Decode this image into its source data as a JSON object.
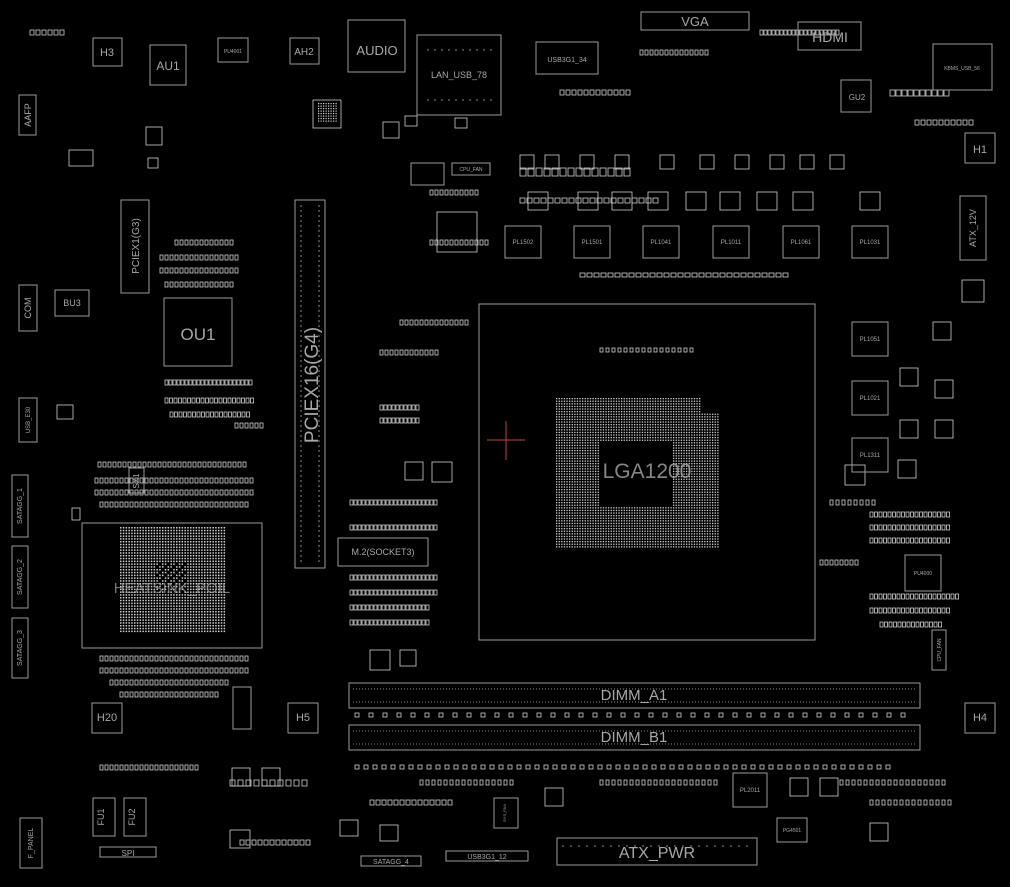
{
  "labels": {
    "vga": "VGA",
    "hdmi": "HDMI",
    "audio": "AUDIO",
    "lan_usb": "LAN_USB_78",
    "usb_header": "USB3G1_34",
    "kb_usb": "KBMS_USB_56",
    "h1": "H1",
    "h3": "H3",
    "h4": "H4",
    "h5": "H5",
    "h20": "H20",
    "ah2": "AH2",
    "au1": "AU1",
    "aafp": "AAFP",
    "ou1": "OU1",
    "bu3": "BU3",
    "com": "COM",
    "usb_e30": "USB_E30",
    "gu2": "GU2",
    "atx_12v": "ATX_12V",
    "pciex1": "PCIEX1(G3)",
    "pciex16": "PCIEX16(G4)",
    "m2": "M.2(SOCKET3)",
    "lga": "LGA1200",
    "heatsink": "HEATSINK_POIL",
    "sx1": "SX1",
    "sata1": "SATAGG_1",
    "sata2": "SATAGG_2",
    "sata3": "SATAGG_3",
    "sata4": "SATAGG_4",
    "dimm_a1": "DIMM_A1",
    "dimm_b1": "DIMM_B1",
    "atx_pwr": "ATX_PWR",
    "f_panel": "F_PANEL",
    "spi": "SPI",
    "fu1": "FU1",
    "fu2": "FU2",
    "usb_bottom": "USB3G1_12",
    "pu4000": "PU4000",
    "cpu_fan": "CPU_FAN",
    "sys_fan": "SYS_FAN",
    "pl1502": "PL1502",
    "pl1501": "PL1501",
    "pl1041": "PL1041",
    "pl1011": "PL1011",
    "pl1061": "PL1061",
    "pl1031": "PL1031",
    "pl1051": "PL1051",
    "pl1021": "PL1021",
    "pl1311": "PL1311",
    "pl2011": "PL2011",
    "pg4501": "PG4501",
    "pu4001": "PU4001",
    "cpu_small": "CPU_FAN"
  },
  "colors": {
    "background": "#000000",
    "outline": "#9a9a9a",
    "pad": "#cfcfcf",
    "marker": "#b84a4a"
  }
}
